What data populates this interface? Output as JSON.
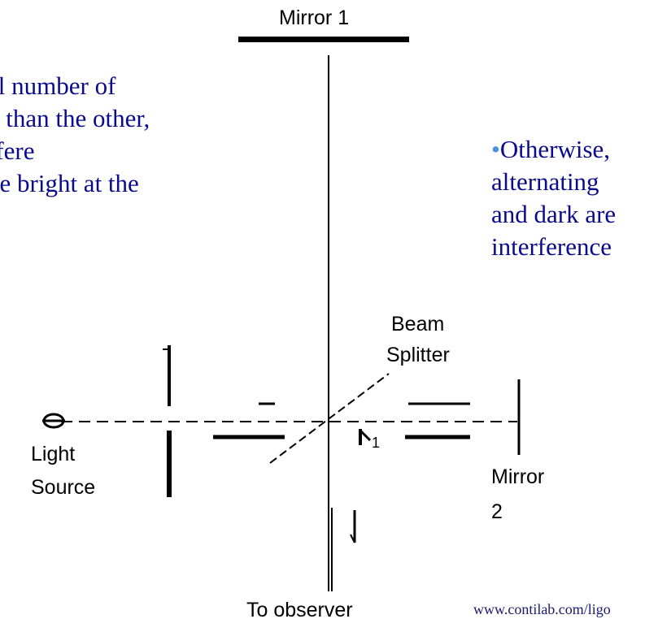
{
  "left_text": {
    "lines": [
      "al number of",
      "y than the other,",
      "rfere",
      "be bright at the"
    ]
  },
  "right_text": {
    "bullet": "•",
    "lines": [
      "Otherwise,",
      "alternating",
      "and dark are",
      "interference"
    ]
  },
  "labels": {
    "mirror1": "Mirror 1",
    "beam_splitter_1": "Beam",
    "beam_splitter_2": "Splitter",
    "light_source_1": "Light",
    "light_source_2": "Source",
    "mirror2_1": "Mirror",
    "mirror2_2": "2",
    "observer": "To observer",
    "subscript_label": "1"
  },
  "footer": "www.contilab.com/ligo"
}
